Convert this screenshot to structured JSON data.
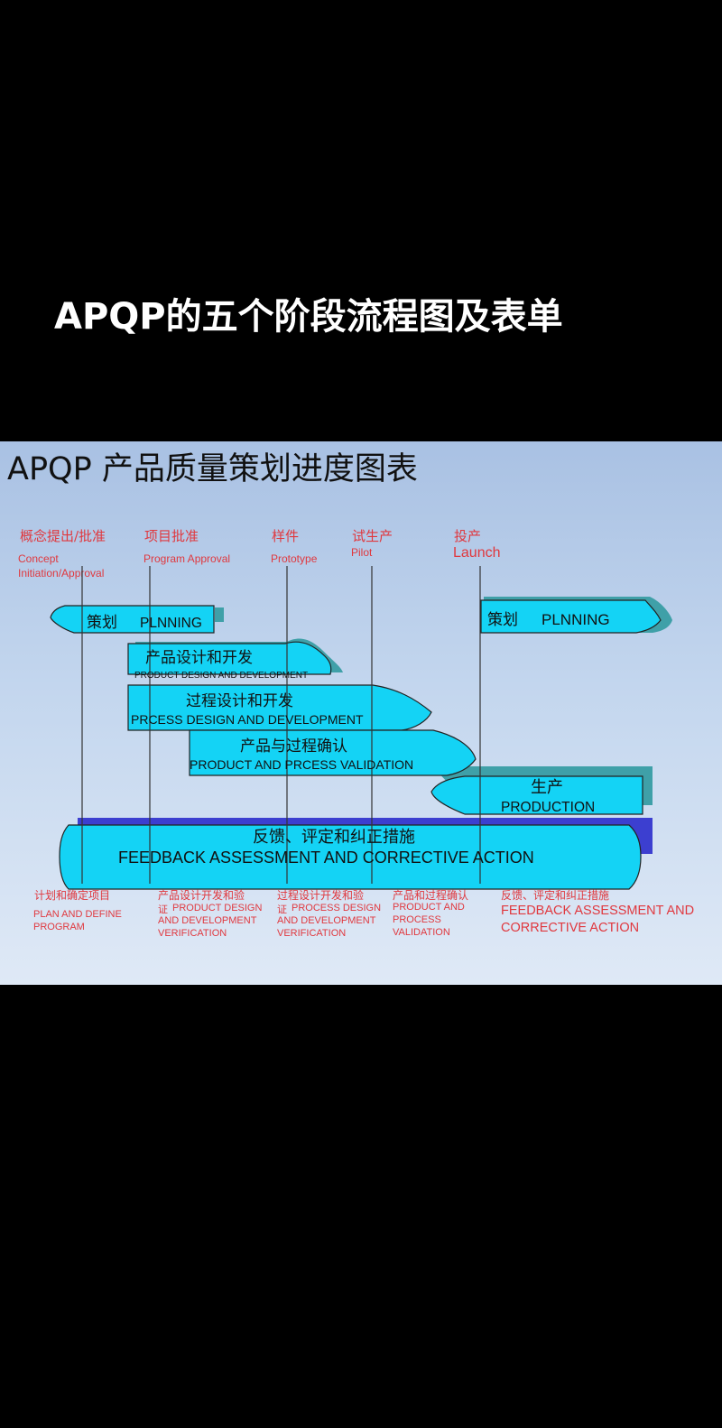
{
  "page": {
    "heading": "APQP的五个阶段流程图及表单"
  },
  "slide": {
    "title": "APQP 产品质量策划进度图表",
    "milestones": [
      {
        "zh": "概念提出/批准",
        "en": "Concept Initiation/Approval"
      },
      {
        "zh": "项目批准",
        "en": "Program Approval"
      },
      {
        "zh": "样件",
        "en": "Prototype"
      },
      {
        "zh": "试生产",
        "en": "Pilot"
      },
      {
        "zh": "投产",
        "en": "Launch"
      }
    ],
    "phases": [
      {
        "zh": "策划",
        "en": "PLNNING"
      },
      {
        "zh": "产品设计和开发",
        "en": "PRODUCT DESIGN AND DEVELOPMENT"
      },
      {
        "zh": "过程设计和开发",
        "en": "PRCESS  DESIGN AND DEVELOPMENT"
      },
      {
        "zh": "产品与过程确认",
        "en": "PRODUCT  AND PRCESS  VALIDATION"
      },
      {
        "zh": "生产",
        "en": "PRODUCTION"
      },
      {
        "zh": "策划",
        "en": "PLNNING"
      }
    ],
    "feedback": {
      "zh": "反馈、评定和纠正措施",
      "en": "FEEDBACK ASSESSMENT AND CORRECTIVE ACTION"
    },
    "bottom_labels": [
      {
        "zh": "计划和确定项目",
        "en": "PLAN AND DEFINE PROGRAM"
      },
      {
        "zh": "产品设计开发和验",
        "en_prefix": "证",
        "en": "PRODUCT DESIGN AND DEVELOPMENT VERIFICATION"
      },
      {
        "zh": "过程设计开发和验",
        "en_prefix": "证",
        "en": "PROCESS DESIGN AND DEVELOPMENT VERIFICATION"
      },
      {
        "zh": "产品和过程确认",
        "en": "PRODUCT AND PROCESS VALIDATION"
      },
      {
        "zh": "反馈、评定和纠正措施",
        "en": "FEEDBACK ASSESSMENT AND CORRECTIVE ACTION"
      }
    ],
    "colors": {
      "bar_fill": "#14d3f5",
      "bar_shadow": "#3fa0a8",
      "feedback_shadow": "#3c3fd0",
      "label_red": "#e0383e",
      "background_top": "#a9c1e3"
    }
  }
}
